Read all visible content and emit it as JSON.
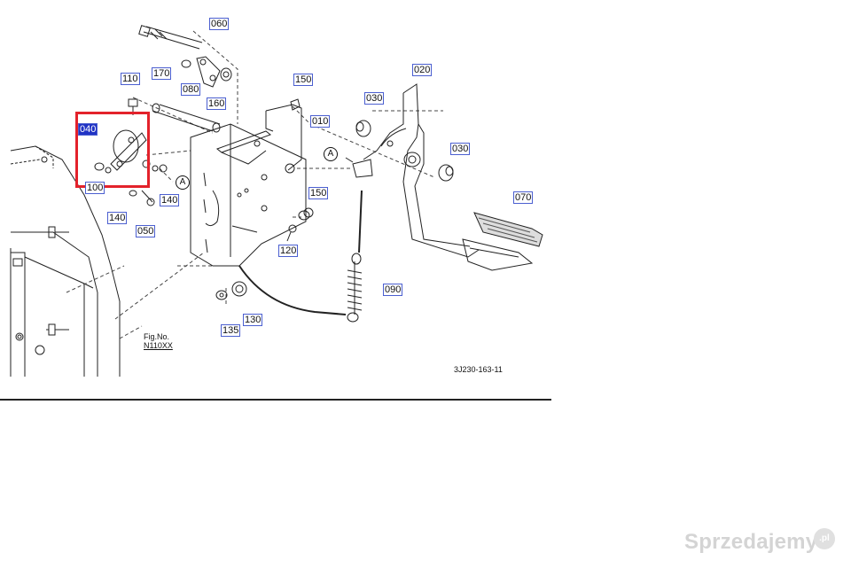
{
  "callouts": [
    {
      "id": "060",
      "selected": false
    },
    {
      "id": "170",
      "selected": false
    },
    {
      "id": "110",
      "selected": false
    },
    {
      "id": "080",
      "selected": false
    },
    {
      "id": "160",
      "selected": false
    },
    {
      "id": "150",
      "selected": false
    },
    {
      "id": "010",
      "selected": false
    },
    {
      "id": "020",
      "selected": false
    },
    {
      "id": "030",
      "selected": false
    },
    {
      "id": "030",
      "selected": false
    },
    {
      "id": "040",
      "selected": true
    },
    {
      "id": "100",
      "selected": false
    },
    {
      "id": "140",
      "selected": false
    },
    {
      "id": "140",
      "selected": false
    },
    {
      "id": "050",
      "selected": false
    },
    {
      "id": "150",
      "selected": false
    },
    {
      "id": "120",
      "selected": false
    },
    {
      "id": "070",
      "selected": false
    },
    {
      "id": "090",
      "selected": false
    },
    {
      "id": "135",
      "selected": false
    },
    {
      "id": "130",
      "selected": false
    }
  ],
  "reference_letters": [
    "A",
    "A"
  ],
  "figure": {
    "label": "Fig.No.",
    "number": "N110XX"
  },
  "drawing_code": "3J230-163-11",
  "highlight_color": "#e3222b",
  "callout_border_color": "#4b5fd0",
  "watermark": {
    "text": "Sprzedajemy",
    "badge": ".pl"
  }
}
